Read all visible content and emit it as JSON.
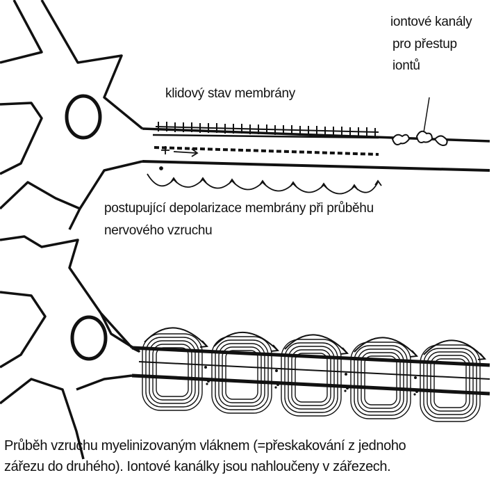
{
  "labels": {
    "ion_channels": [
      "iontové kanály",
      "pro přestup",
      "iontů"
    ],
    "resting_state": "klidový stav membrány",
    "depolarization": [
      "postupující depolarizace membrány při průběhu",
      "nervového vzruchu"
    ],
    "caption": [
      "Průběh vzruchu myelinizovaným vláknem (=přeskakování z jednoho",
      "zářezu do druhého). Iontové kanálky jsou nahloučeny v zářezech."
    ]
  },
  "symbols": {
    "plus": "+",
    "arrow": "→"
  }
}
